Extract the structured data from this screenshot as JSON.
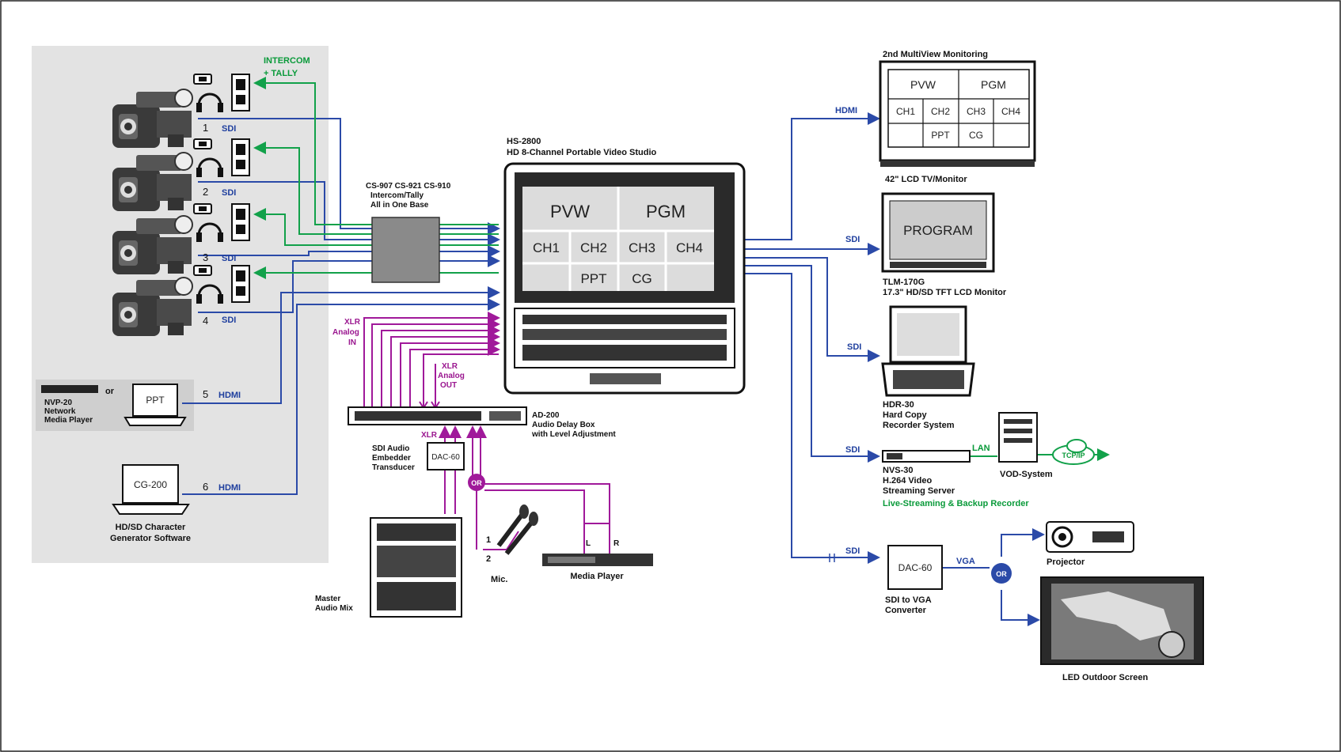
{
  "intercom_label": "INTERCOM",
  "tally_label": "+ TALLY",
  "cameras": [
    {
      "num": "1",
      "signal": "SDI"
    },
    {
      "num": "2",
      "signal": "SDI"
    },
    {
      "num": "3",
      "signal": "SDI"
    },
    {
      "num": "4",
      "signal": "SDI"
    }
  ],
  "source5": {
    "num": "5",
    "signal": "HDMI",
    "or_label": "or",
    "laptop_screen": "PPT",
    "player_label": "NVP-20",
    "player_sub1": "Network",
    "player_sub2": "Media Player"
  },
  "source6": {
    "num": "6",
    "signal": "HDMI",
    "laptop_screen": "CG-200",
    "caption1": "HD/SD Character",
    "caption2": "Generator Software"
  },
  "switcher": {
    "model": "HS-2800",
    "caption": "HD 8-Channel Portable Video Studio",
    "screen": {
      "pvw": "PVW",
      "pgm": "PGM",
      "ch1": "CH1",
      "ch2": "CH2",
      "ch3": "CH3",
      "ch4": "CH4",
      "ppt": "PPT",
      "cg": "CG"
    }
  },
  "intercom_box": {
    "line1": "CS-907 CS-921 CS-910",
    "line2": "Intercom/Tally",
    "line3": "All in One Base"
  },
  "audio": {
    "xlr_left": [
      "XLR",
      "Analog",
      "IN"
    ],
    "xlr_right": [
      "XLR",
      "Analog",
      "OUT"
    ],
    "xlr_mid": "XLR",
    "box_label": [
      "AD-200",
      "Audio Delay Box",
      "with Level Adjustment"
    ],
    "dac_small": "DAC-60",
    "dac_small_caption": [
      "SDI Audio",
      "Embedder",
      "Transducer"
    ],
    "or_badge": "OR",
    "mic_num1": "1",
    "mic_num2": "2",
    "mic_label": "Mic.",
    "media_player": "Media Player",
    "player_l": "L",
    "player_r": "R",
    "mixer_label": [
      "Master",
      "Audio Mix"
    ]
  },
  "outputs": {
    "monitor1": {
      "title": "2nd MultiView Monitoring",
      "signal": "HDMI",
      "pvw": "PVW",
      "pgm": "PGM",
      "ch1": "CH1",
      "ch2": "CH2",
      "ch3": "CH3",
      "ch4": "CH4",
      "ppt": "PPT",
      "cg": "CG",
      "caption": "42\" LCD TV/Monitor"
    },
    "monitor2": {
      "signal": "SDI",
      "screen": "PROGRAM",
      "caption1": "TLM-170G",
      "caption2": "17.3\" HD/SD TFT LCD Monitor"
    },
    "recorder": {
      "signal": "SDI",
      "caption": [
        "HDR-30",
        "Hard Copy",
        "Recorder System"
      ]
    },
    "streamer": {
      "signal": "SDI",
      "lan": "LAN",
      "vod": "VOD-System",
      "cloud": "TCP/IP",
      "caption": [
        "NVS-30",
        "H.264 Video",
        "Streaming Server"
      ],
      "caption_green": "Live-Streaming & Backup Recorder"
    },
    "converter": {
      "signal": "SDI",
      "box": "DAC-60",
      "vga": "VGA",
      "or_badge": "OR",
      "caption": [
        "SDI to VGA",
        "Converter"
      ],
      "projector": "Projector",
      "led": "LED Outdoor Screen"
    }
  }
}
